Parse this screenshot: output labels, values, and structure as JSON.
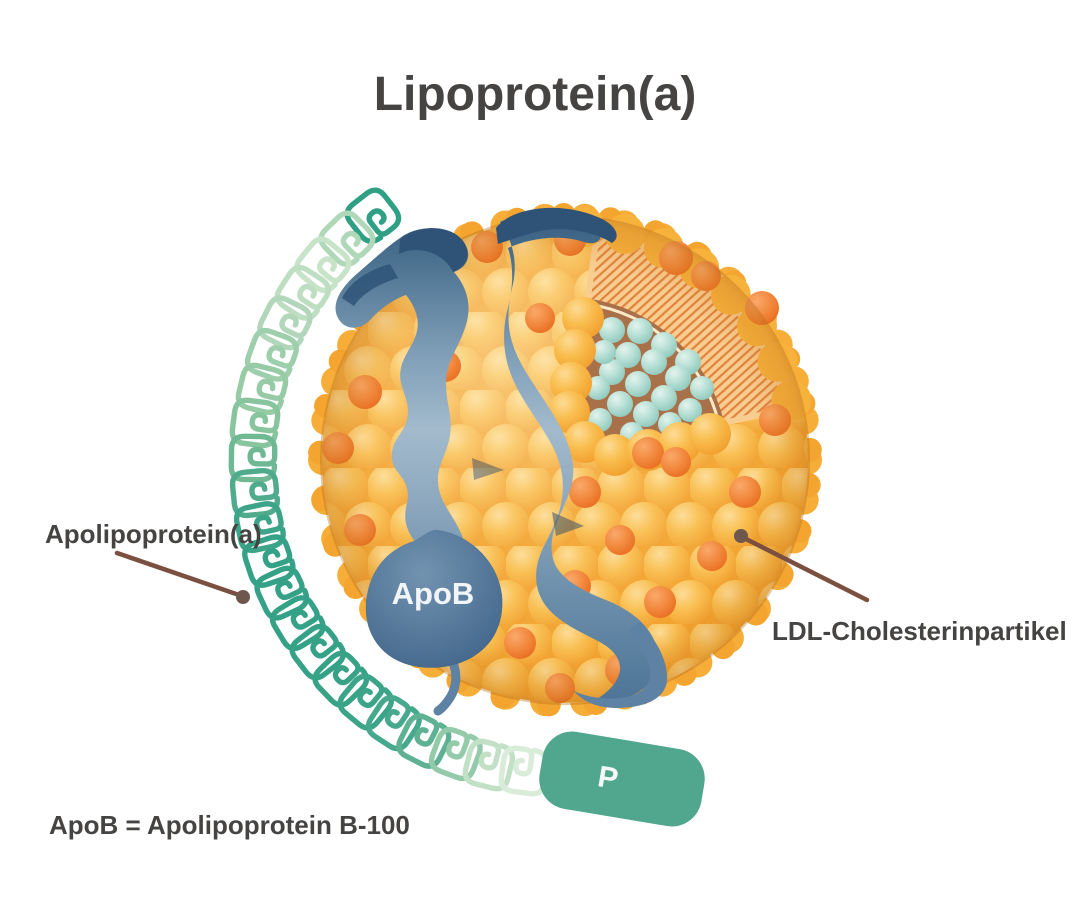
{
  "title": "Lipoprotein(a)",
  "labels": {
    "apolipoprotein_a": "Apolipoprotein(a)",
    "ldl_particle": "LDL-Cholesterinpartikel",
    "apob_domain": "ApoB",
    "protease_domain": "P",
    "footnote": "ApoB = Apolipoprotein B-100"
  },
  "colors": {
    "background": "#FFFFFF",
    "text_dark": "#454443",
    "sphere_orange": "#F7B23C",
    "sphere_orange_deep": "#F09C2A",
    "accent_orange": "#EE7A30",
    "ribbon_blue_mid": "#6F91AD",
    "ribbon_blue_dark": "#2E5377",
    "apob_blob_blue": "#4C7196",
    "kringle_green": "#35A186",
    "kringle_green_faded": "#CDE6CF",
    "protease_teal": "#50A78D",
    "core_brown": "#A9714A",
    "cholesterol_teal": "#A6D7CB",
    "stripe_orange": "#E2823D",
    "stripe_bg": "#F8CD90",
    "pointer_brown": "#7B5040"
  }
}
